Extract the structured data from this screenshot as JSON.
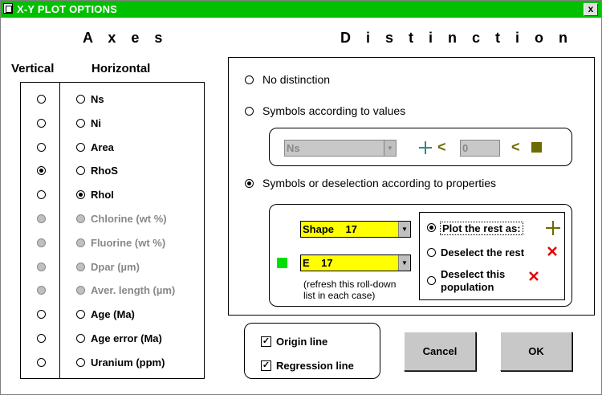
{
  "window": {
    "title": "X-Y PLOT OPTIONS",
    "close_label": "x"
  },
  "axes": {
    "title": "A x e s",
    "vertical_header": "Vertical",
    "horizontal_header": "Horizontal",
    "rows": [
      {
        "label": "Ns",
        "enabled": true,
        "vertical": false,
        "horizontal": false
      },
      {
        "label": "Ni",
        "enabled": true,
        "vertical": false,
        "horizontal": false
      },
      {
        "label": "Area",
        "enabled": true,
        "vertical": false,
        "horizontal": false
      },
      {
        "label": "RhoS",
        "enabled": true,
        "vertical": true,
        "horizontal": false
      },
      {
        "label": "RhoI",
        "enabled": true,
        "vertical": false,
        "horizontal": true
      },
      {
        "label": "Chlorine (wt %)",
        "enabled": false,
        "vertical": false,
        "horizontal": false
      },
      {
        "label": "Fluorine (wt %)",
        "enabled": false,
        "vertical": false,
        "horizontal": false
      },
      {
        "label": "Dpar (µm)",
        "enabled": false,
        "vertical": false,
        "horizontal": false
      },
      {
        "label": "Aver. length (µm)",
        "enabled": false,
        "vertical": false,
        "horizontal": false
      },
      {
        "label": "Age (Ma)",
        "enabled": true,
        "vertical": false,
        "horizontal": false
      },
      {
        "label": "Age error (Ma)",
        "enabled": true,
        "vertical": false,
        "horizontal": false
      },
      {
        "label": "Uranium (ppm)",
        "enabled": true,
        "vertical": false,
        "horizontal": false
      }
    ]
  },
  "distinction": {
    "title": "D i s t i n c t i o n",
    "option_none": "No distinction",
    "option_values": "Symbols according to values",
    "option_properties": "Symbols or deselection according to properties",
    "values_combo": "Ns",
    "values_input": "0",
    "less_than": "<",
    "shape_combo": "Shape    17",
    "e_combo": "E    17",
    "refresh_note_1": "(refresh this roll-down",
    "refresh_note_2": "list in each case)",
    "plot_rest": "Plot the rest as:",
    "deselect_rest": "Deselect the rest",
    "deselect_pop_1": "Deselect this",
    "deselect_pop_2": "population",
    "colors": {
      "plus": "#2e8b8b",
      "olive": "#6b6b00",
      "green": "#00e000",
      "red": "#e00000",
      "yellow": "#ffff00"
    }
  },
  "options": {
    "origin_line": "Origin line",
    "regression_line": "Regression line"
  },
  "buttons": {
    "cancel": "Cancel",
    "ok": "OK"
  }
}
